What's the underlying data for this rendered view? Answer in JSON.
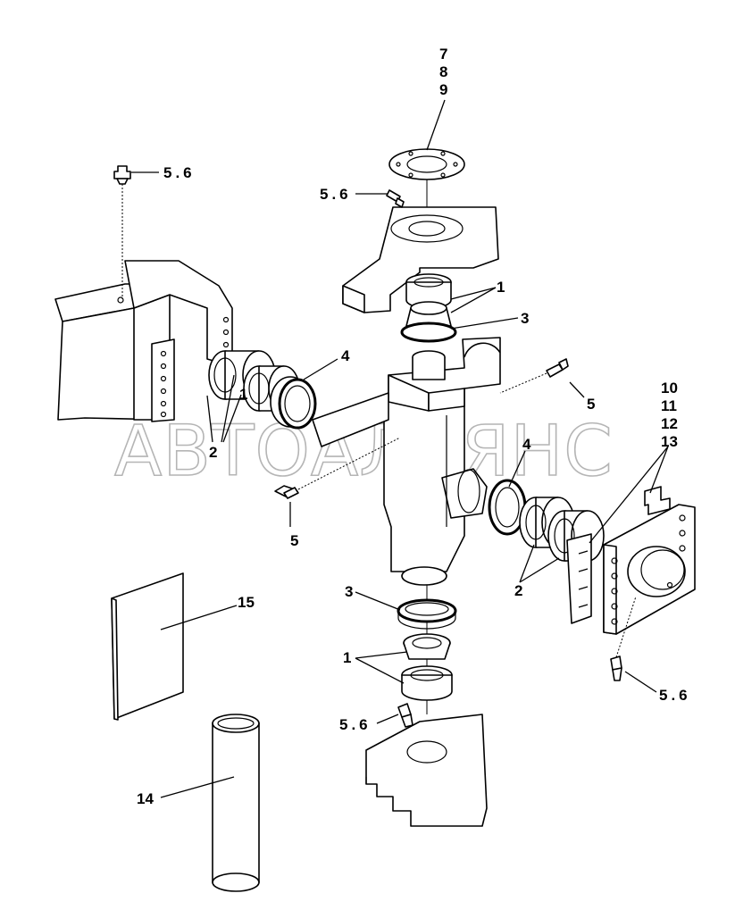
{
  "watermark": "АВТОАЛЬЯНС",
  "labels": {
    "l7": "7",
    "l8": "8",
    "l9": "9",
    "l56_top_left": "5.6",
    "l56_top_mid": "5.6",
    "l1_top": "1",
    "l3_top": "3",
    "l4_left": "4",
    "l1_left": "1",
    "l2_left": "2",
    "l5_right": "5",
    "l10": "10",
    "l11": "11",
    "l12": "12",
    "l13": "13",
    "l4_right": "4",
    "l5_left": "5",
    "l2_right": "2",
    "l15": "15",
    "l3_bottom": "3",
    "l1_bottom": "1",
    "l56_right": "5.6",
    "l56_bottom": "5.6",
    "l14": "14"
  }
}
